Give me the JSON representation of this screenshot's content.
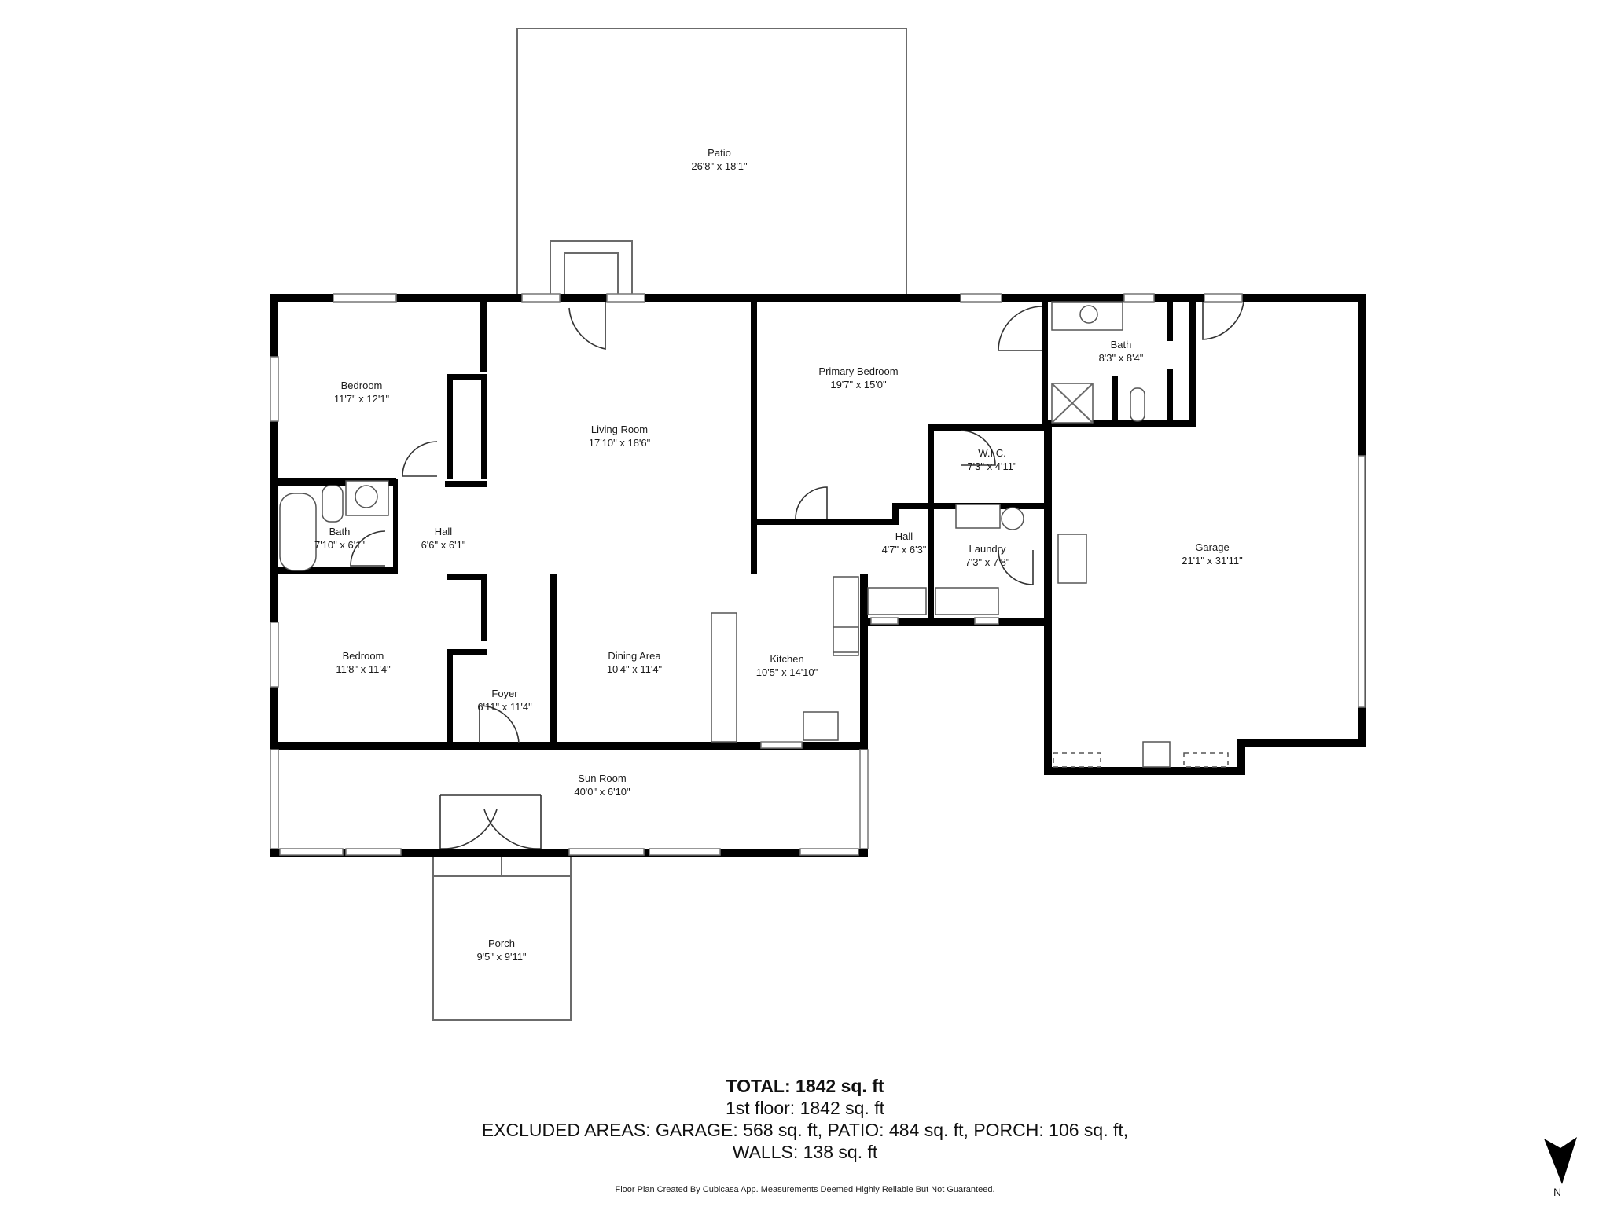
{
  "rooms": {
    "patio": {
      "name": "Patio",
      "dims": "26'8\" x 18'1\""
    },
    "bedroom_ne": {
      "name": "Bedroom",
      "dims": "11'7\" x 12'1\""
    },
    "living_room": {
      "name": "Living Room",
      "dims": "17'10\" x 18'6\""
    },
    "primary_bedroom": {
      "name": "Primary Bedroom",
      "dims": "19'7\" x 15'0\""
    },
    "primary_bath": {
      "name": "Bath",
      "dims": "8'3\" x 8'4\""
    },
    "wic": {
      "name": "W.I.C.",
      "dims": "7'3\" x 4'11\""
    },
    "bath": {
      "name": "Bath",
      "dims": "7'10\" x 6'1\""
    },
    "hall_west": {
      "name": "Hall",
      "dims": "6'6\" x 6'1\""
    },
    "hall_east": {
      "name": "Hall",
      "dims": "4'7\" x 6'3\""
    },
    "laundry": {
      "name": "Laundry",
      "dims": "7'3\" x 7'8\""
    },
    "garage": {
      "name": "Garage",
      "dims": "21'1\" x 31'11\""
    },
    "bedroom_sw": {
      "name": "Bedroom",
      "dims": "11'8\" x 11'4\""
    },
    "foyer": {
      "name": "Foyer",
      "dims": "6'11\" x 11'4\""
    },
    "dining_area": {
      "name": "Dining Area",
      "dims": "10'4\" x 11'4\""
    },
    "kitchen": {
      "name": "Kitchen",
      "dims": "10'5\" x 14'10\""
    },
    "sun_room": {
      "name": "Sun Room",
      "dims": "40'0\" x 6'10\""
    },
    "porch": {
      "name": "Porch",
      "dims": "9'5\" x 9'11\""
    }
  },
  "summary": {
    "total": "TOTAL: 1842 sq. ft",
    "first_floor": "1st floor: 1842 sq. ft",
    "excluded": "EXCLUDED AREAS: GARAGE: 568 sq. ft, PATIO: 484 sq. ft, PORCH: 106 sq. ft,",
    "walls": "WALLS: 138 sq. ft"
  },
  "credit": "Floor Plan Created By Cubicasa App. Measurements Deemed Highly Reliable But Not Guaranteed.",
  "compass": {
    "label": "N",
    "icon": "north-arrow-icon"
  }
}
